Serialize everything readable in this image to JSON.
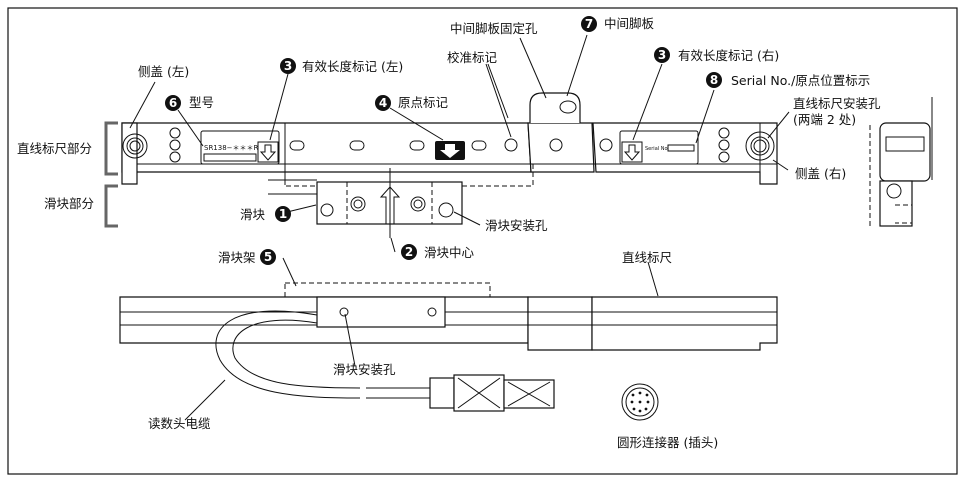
{
  "labels": {
    "side_cover_left": "侧盖 (左)",
    "model": "型号",
    "effective_len_left": "有效长度标记 (左)",
    "origin_mark": "原点标记",
    "calib_mark": "校准标记",
    "mid_plate_hole": "中间脚板固定孔",
    "mid_plate": "中间脚板",
    "effective_len_right": "有效长度标记 (右)",
    "serial_origin": "Serial No./原点位置标示",
    "scale_hole_1": "直线标尺安装孔",
    "scale_hole_2": "(两端 2 处)",
    "side_cover_right": "侧盖 (右)",
    "scale_part": "直线标尺部分",
    "slider_part": "滑块部分",
    "slider": "滑块",
    "slider_hole": "滑块安装孔",
    "slider_center": "滑块中心",
    "slider_frame": "滑块架",
    "linear_scale": "直线标尺",
    "slider_hole_bottom": "滑块安装孔",
    "cable": "读数头电缆",
    "connector": "圆形连接器 (插头)",
    "model_plate_text": "SR138−＊＊＊R",
    "serial_plate_text": "Serial No."
  },
  "numbers": {
    "n1": "1",
    "n2": "2",
    "n3": "3",
    "n4": "4",
    "n5": "5",
    "n6": "6",
    "n7": "7",
    "n8": "8"
  }
}
